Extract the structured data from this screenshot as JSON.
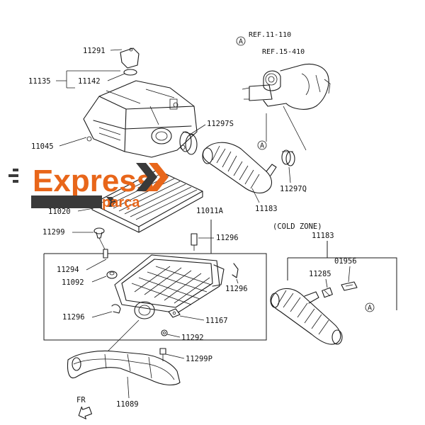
{
  "refs": {
    "a_top": "REF.11-110",
    "b_top": "REF.15-410",
    "cold_zone": "(COLD ZONE)"
  },
  "markers": {
    "a": "A"
  },
  "parts": {
    "p11291": "11291",
    "p11135": "11135",
    "p11142": "11142",
    "p11045": "11045",
    "p11297S": "11297S",
    "p11297Q": "11297Q",
    "p11183_top": "11183",
    "p11020": "11020",
    "p11011A": "11011A",
    "p11299": "11299",
    "p11296_a": "11296",
    "p11294": "11294",
    "p11092": "11092",
    "p11296_b": "11296",
    "p11296_c": "11296",
    "p11167": "11167",
    "p11292": "11292",
    "p11299P": "11299P",
    "p11089": "11089",
    "p11183_cold": "11183",
    "p01956": "01956",
    "p11285": "11285",
    "fr": "FR"
  },
  "logo": {
    "line1": "Express",
    "line2": "parça"
  },
  "colors": {
    "logo_orange": "#e8661a",
    "logo_dark": "#3a3a3a",
    "line": "#1a1a1a"
  }
}
